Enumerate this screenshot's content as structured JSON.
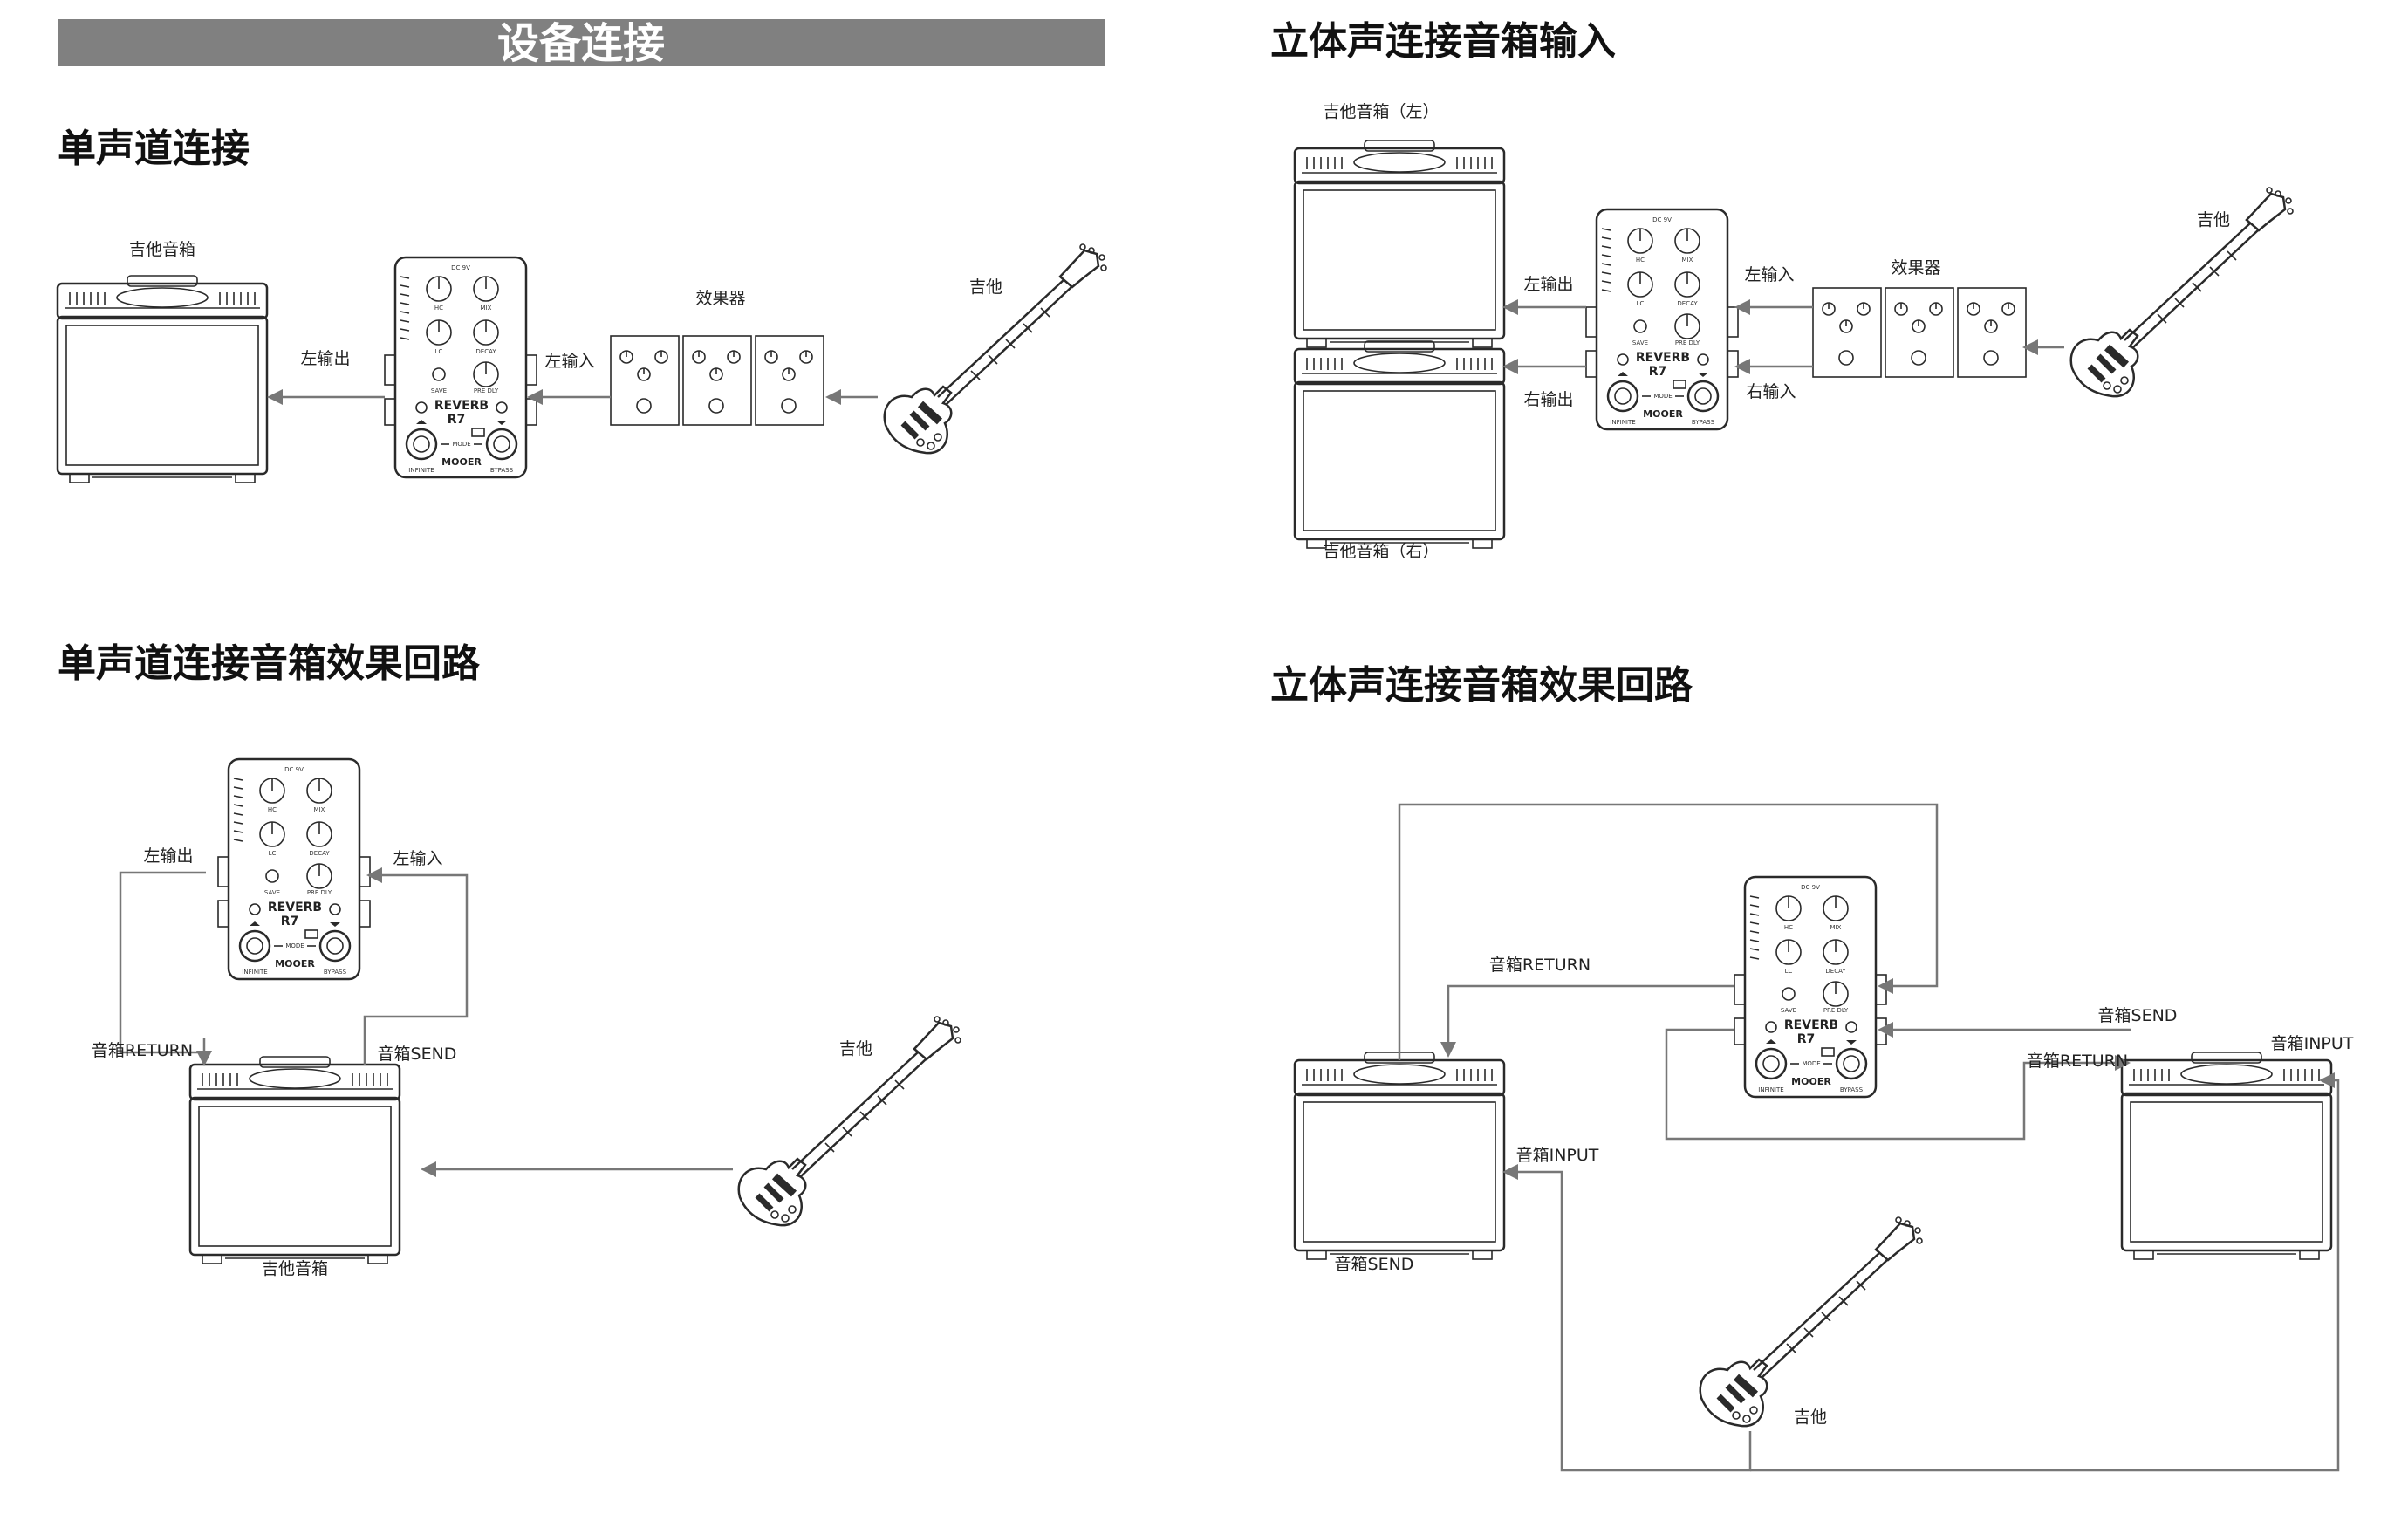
{
  "header": {
    "title": "设备连接"
  },
  "sections": {
    "mono": {
      "title": "单声道连接"
    },
    "stereo_input": {
      "title": "立体声连接音箱输入"
    },
    "mono_loop": {
      "title": "单声道连接音箱效果回路"
    },
    "stereo_loop": {
      "title": "立体声连接音箱效果回路"
    }
  },
  "labels": {
    "guitar_amp": "吉他音箱",
    "guitar": "吉他",
    "effects": "效果器",
    "left_out": "左输出",
    "left_in": "左输入",
    "right_out": "右输出",
    "right_in": "右输入",
    "amp_left": "吉他音箱（左）",
    "amp_right": "吉他音箱（右）",
    "amp_return": "音箱RETURN",
    "amp_send": "音箱SEND",
    "amp_input": "音箱INPUT"
  },
  "pedal": {
    "brand": "MOOER",
    "name": "REVERB",
    "model": "R7",
    "knob_labels": [
      "HC",
      "MIX",
      "LC",
      "DECAY",
      "SAVE",
      "PRE DLY"
    ],
    "mode_label": "MODE",
    "power_label": "DC 9V",
    "left_switch_label": "INFINITE",
    "right_switch_label": "BYPASS"
  },
  "colors": {
    "header_bar": "#808080",
    "wire": "#777777",
    "outline": "#2a2a2a"
  }
}
